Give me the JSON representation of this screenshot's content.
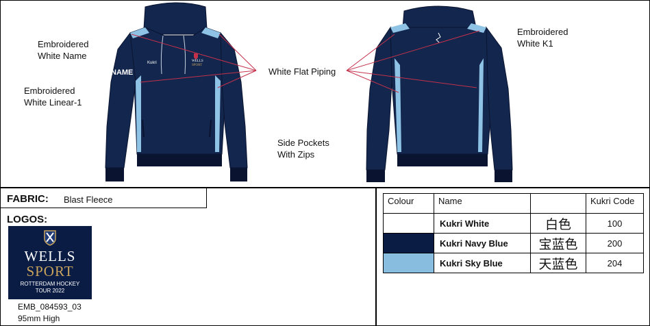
{
  "annotations": {
    "embroidered_name": "Embroidered\nWhite Name",
    "embroidered_linear": "Embroidered\nWhite Linear-1",
    "white_flat_piping": "White Flat Piping",
    "side_pockets": "Side Pockets\nWith Zips",
    "embroidered_k1": "Embroidered\nWhite K1"
  },
  "garment": {
    "sleeve_text": "NAME",
    "chest_brand": "Kukri",
    "chest_logo_line1": "WELLS",
    "chest_logo_line2": "SPORT"
  },
  "fabric": {
    "label": "FABRIC:",
    "value": "Blast Fleece"
  },
  "logos": {
    "label": "LOGOS:",
    "logo_line1": "WELLS",
    "logo_line2": "SPORT",
    "logo_sub1": "ROTTERDAM HOCKEY",
    "logo_sub2": "TOUR 2022",
    "code": "EMB_084593_03",
    "size": "95mm High"
  },
  "colour_table": {
    "headers": [
      "Colour",
      "Name",
      "",
      "Kukri Code"
    ],
    "rows": [
      {
        "swatch": "#ffffff",
        "name": "Kukri White",
        "cn": "白色",
        "code": "100"
      },
      {
        "swatch": "#0b1c44",
        "name": "Kukri Navy Blue",
        "cn": "宝蓝色",
        "code": "200"
      },
      {
        "swatch": "#88bde0",
        "name": "Kukri Sky Blue",
        "cn": "天蓝色",
        "code": "204"
      }
    ]
  },
  "colors": {
    "navy": "#13264e",
    "sky": "#8ec3e6",
    "piping_line": "#c4314b"
  }
}
